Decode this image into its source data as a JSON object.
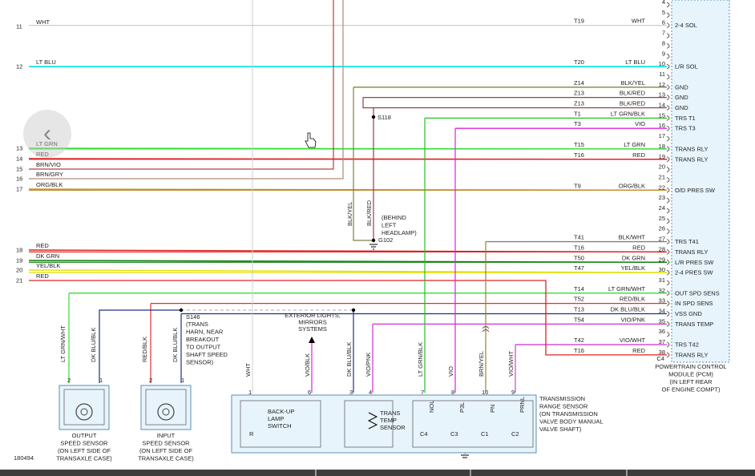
{
  "left_numbers": [
    "11",
    "12",
    "13",
    "14",
    "15",
    "16",
    "17",
    "18",
    "19",
    "20",
    "21"
  ],
  "wire_labels": [
    "WHT",
    "LT BLU",
    "LT GRN",
    "RED",
    "BRN/VIO",
    "BRN/GRY",
    "ORG/BLK",
    "RED",
    "DK GRN",
    "YEL/BLK",
    "RED"
  ],
  "pcm_wires": [
    {
      "t": "T19",
      "color": "WHT",
      "pin": "6",
      "func": "2-4 SOL"
    },
    {
      "t": "T20",
      "color": "LT BLU",
      "pin": "10",
      "func": "L/R SOL"
    },
    {
      "t": "Z14",
      "color": "BLK/YEL",
      "pin": "12",
      "func": "GND"
    },
    {
      "t": "Z13",
      "color": "BLK/RED",
      "pin": "13",
      "func": "GND"
    },
    {
      "t": "Z13",
      "color": "BLK/RED",
      "pin": "14",
      "func": "GND"
    },
    {
      "t": "T1",
      "color": "LT GRN/BLK",
      "pin": "15",
      "func": "TRS T1"
    },
    {
      "t": "T3",
      "color": "VIO",
      "pin": "16",
      "func": "TRS T3"
    },
    {
      "t": "T15",
      "color": "LT GRN",
      "pin": "18",
      "func": "TRANS RLY"
    },
    {
      "t": "T16",
      "color": "RED",
      "pin": "19",
      "func": "TRANS RLY"
    },
    {
      "t": "T9",
      "color": "ORG/BLK",
      "pin": "22",
      "func": "O/D PRES SW"
    },
    {
      "t": "T41",
      "color": "BLK/WHT",
      "pin": "27",
      "func": "TRS T41"
    },
    {
      "t": "T16",
      "color": "RED",
      "pin": "28",
      "func": "TRANS RLY"
    },
    {
      "t": "T50",
      "color": "DK GRN",
      "pin": "29",
      "func": "L/R PRES SW"
    },
    {
      "t": "T47",
      "color": "YEL/BLK",
      "pin": "30",
      "func": "2-4 PRES SW"
    },
    {
      "t": "T14",
      "color": "LT GRN/WHT",
      "pin": "32",
      "func": "OUT SPD SENS"
    },
    {
      "t": "T52",
      "color": "RED/BLK",
      "pin": "33",
      "func": "IN SPD SENS"
    },
    {
      "t": "T13",
      "color": "DK BLU/BLK",
      "pin": "34",
      "func": "VSS GND"
    },
    {
      "t": "T54",
      "color": "VIO/PNK",
      "pin": "35",
      "func": "TRANS TEMP"
    },
    {
      "t": "T42",
      "color": "VIO/WHT",
      "pin": "37",
      "func": "TRS T42"
    },
    {
      "t": "T16",
      "color": "RED",
      "pin": "38",
      "func": "TRANS RLY"
    }
  ],
  "pcm_extra_pins": [
    "4",
    "5",
    "7",
    "8",
    "9",
    "11",
    "17",
    "20",
    "21",
    "23",
    "24",
    "25",
    "26",
    "31",
    "36"
  ],
  "pcm_connector": "C4",
  "pcm_label": [
    "POWERTRAIN CONTROL",
    "MODULE (PCM)",
    "(IN LEFT REAR",
    "OF ENGINE COMPT)"
  ],
  "splice_s118": "S118",
  "ground_g102": "G102",
  "g102_vertical": [
    "BLK/YEL",
    "BLK/RED"
  ],
  "g102_note": [
    "(BEHIND",
    "LEFT",
    "HEADLAMP)"
  ],
  "s146": {
    "id": "S146",
    "note": [
      "(TRANS",
      "HARN, NEAR",
      "BREAKOUT",
      "TO OUTPUT",
      "SHAFT SPEED",
      "SENSOR)"
    ]
  },
  "exterior_note": [
    "EXTERIOR LIGHTS,",
    "MIRRORS",
    "SYSTEMS"
  ],
  "sensor_vertical": [
    "LT GRN/WHT",
    "DK BLU/BLK",
    "RED/BLK",
    "DK BLU/BLK"
  ],
  "output_sensor": {
    "pins": [
      "2",
      "1"
    ],
    "label": [
      "OUTPUT",
      "SPEED SENSOR",
      "(ON LEFT SIDE OF",
      "TRANSAXLE CASE)"
    ]
  },
  "input_sensor": {
    "pins": [
      "2",
      "1"
    ],
    "label": [
      "INPUT",
      "SPEED SENSOR",
      "(ON LEFT SIDE OF",
      "TRANSAXLE CASE)"
    ]
  },
  "trs_verticals": [
    "WHT",
    "VIO/BLK",
    "DK BLU/BLK",
    "VIO/PNK",
    "LT GRN/BLK",
    "VIO",
    "BRN/YEL",
    "VIO/WHT"
  ],
  "trs_pins": [
    "1",
    "6",
    "3",
    "4",
    "7",
    "8",
    "10",
    "9"
  ],
  "backup_switch": [
    "BACK-UP",
    "LAMP",
    "SWITCH"
  ],
  "backup_r": "R",
  "temp_sensor": [
    "TRANS",
    "TEMP",
    "SENSOR"
  ],
  "trs_switch_labels": [
    "NOL",
    "P3L",
    "PN",
    "PRNL"
  ],
  "trs_contacts": [
    "C4",
    "C3",
    "C1",
    "C2"
  ],
  "trs_label": [
    "TRANSMISSION",
    "RANGE SENSOR",
    "(ON TRANSMISSION",
    "VALVE BODY MANUAL",
    "VALVE SHAFT)"
  ],
  "figure_code": "180494",
  "nav_prev_glyph": "‹",
  "colors": {
    "lt_blu": "#00e0e0",
    "lt_grn": "#33dd33",
    "red": "#e02020",
    "brn_vio": "#b04040",
    "brn_gry": "#b08a7a",
    "org_blk": "#c09030",
    "dk_grn": "#108010",
    "yel_blk": "#e0e000",
    "blk_yel": "#808040",
    "blk_red": "#904050",
    "lt_grn_blk": "#22c022",
    "vio": "#e020e0",
    "blk_wht": "#808080",
    "red_blk": "#e03030",
    "dk_blu_blk": "#203080",
    "vio_pnk": "#d030d0",
    "vio_wht": "#d040d0",
    "brn_yel": "#a08030",
    "wht": "#c0c0c0"
  }
}
